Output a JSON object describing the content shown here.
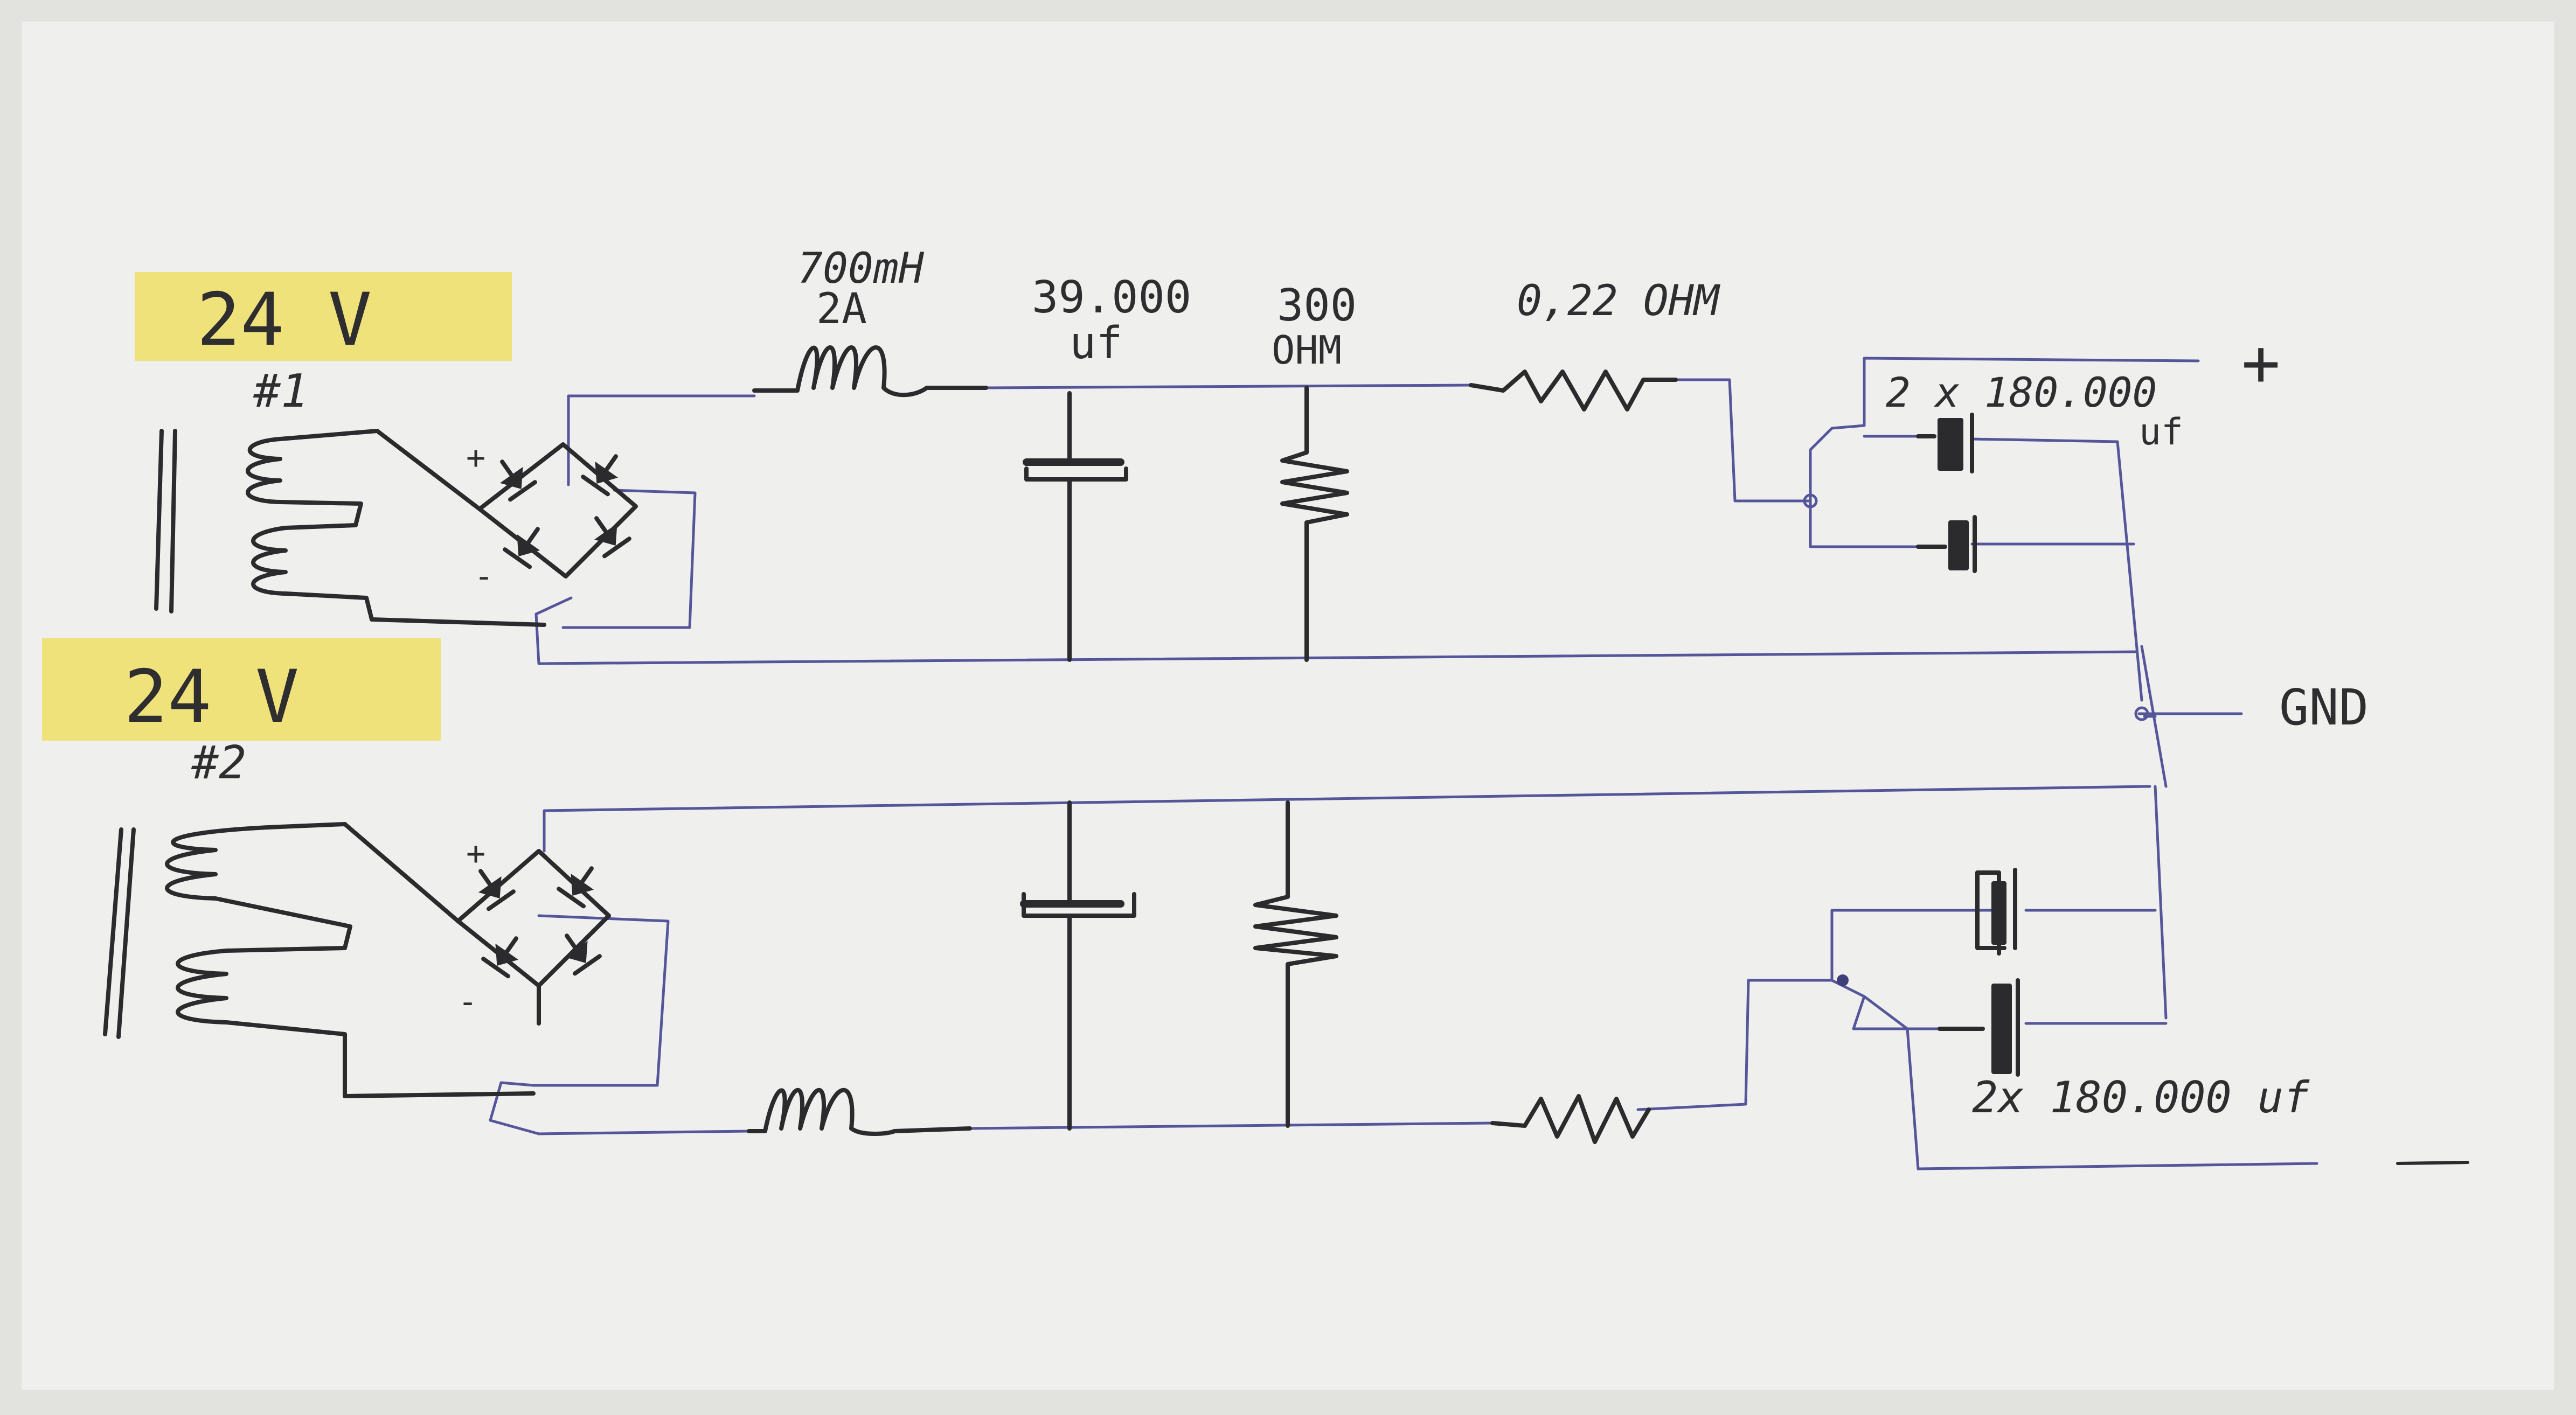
{
  "supply1": {
    "voltage": "24 V",
    "label": "#1"
  },
  "supply2": {
    "voltage": "24 V",
    "label": "#2"
  },
  "inductor": {
    "value": "700mH",
    "current": "2A"
  },
  "capacitor": {
    "value": "39.000",
    "unit": "uf"
  },
  "bleeder": {
    "value": "300",
    "unit": "OHM"
  },
  "series_resistor": {
    "value": "0,22 OHM"
  },
  "output_caps_top": {
    "count": "2 x 180.000",
    "unit": "uf"
  },
  "output_caps_bottom": {
    "label": "2x 180.000 uf"
  },
  "rectifier": {
    "plus": "+",
    "minus": "-"
  },
  "outputs": {
    "positive": "+",
    "ground": "GND",
    "negative": "—"
  },
  "colors": {
    "paper": "#f0f0ee",
    "note": "#efe27a",
    "ink": "#2b2b2e",
    "wire": "#55569a"
  }
}
